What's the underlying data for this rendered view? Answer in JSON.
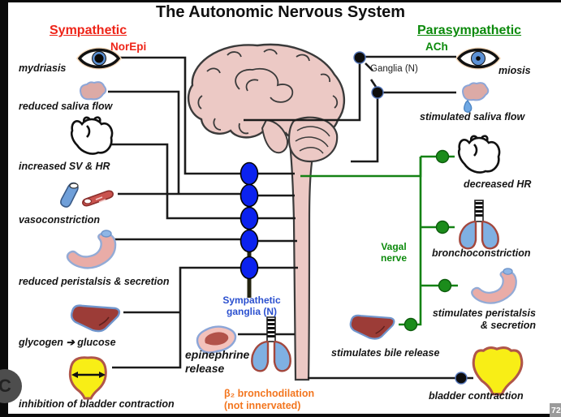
{
  "title": "The Autonomic Nervous System",
  "colors": {
    "sympathetic_red": "#ee2418",
    "parasympathetic_green": "#0c8a0c",
    "ganglia_node_blue": "#0b22ef",
    "ganglia_text_blue": "#2b50cf",
    "broncho_orange": "#f3761f",
    "brain_pink": "#ecc9c5",
    "liver_red": "#9c3c37",
    "bladder_yellow": "#f8ee16",
    "lung_blue": "#7fb0e2"
  },
  "sympathetic": {
    "header": "Sympathetic",
    "neurotransmitter": "NorEpi",
    "ganglia_label": "Sympathetic\nganglia (N)",
    "epinephrine_label": "epinephrine\nrelease",
    "broncho_label": "β₂ bronchodilation\n(not innervated)",
    "effects": [
      {
        "label": "mydriasis",
        "icon": "eye-dilated-icon"
      },
      {
        "label": "reduced saliva flow",
        "icon": "salivary-gland-icon"
      },
      {
        "label": "increased SV & HR",
        "icon": "heart-icon"
      },
      {
        "label": "vasoconstriction",
        "icon": "blood-vessels-icon"
      },
      {
        "label": "reduced peristalsis & secretion",
        "icon": "stomach-icon"
      },
      {
        "label": "glycogen ➔ glucose",
        "icon": "liver-icon"
      },
      {
        "label": "inhibition of bladder contraction",
        "icon": "bladder-icon"
      }
    ]
  },
  "parasympathetic": {
    "header": "Parasympathetic",
    "neurotransmitter": "ACh",
    "ganglia_label": "Ganglia (N)",
    "vagal_label": "Vagal\nnerve",
    "effects": [
      {
        "label": "miosis",
        "icon": "eye-constricted-icon"
      },
      {
        "label": "stimulated saliva flow",
        "icon": "salivary-gland-drop-icon"
      },
      {
        "label": "decreased HR",
        "icon": "heart-icon"
      },
      {
        "label": "bronchoconstriction",
        "icon": "lungs-icon"
      },
      {
        "label": "stimulates peristalsis\n& secretion",
        "icon": "stomach-icon"
      },
      {
        "label": "stimulates bile release",
        "icon": "liver-icon"
      },
      {
        "label": "bladder contraction",
        "icon": "bladder-icon"
      }
    ]
  },
  "overlay": {
    "page_badge": "72",
    "button_glyph": "C"
  }
}
